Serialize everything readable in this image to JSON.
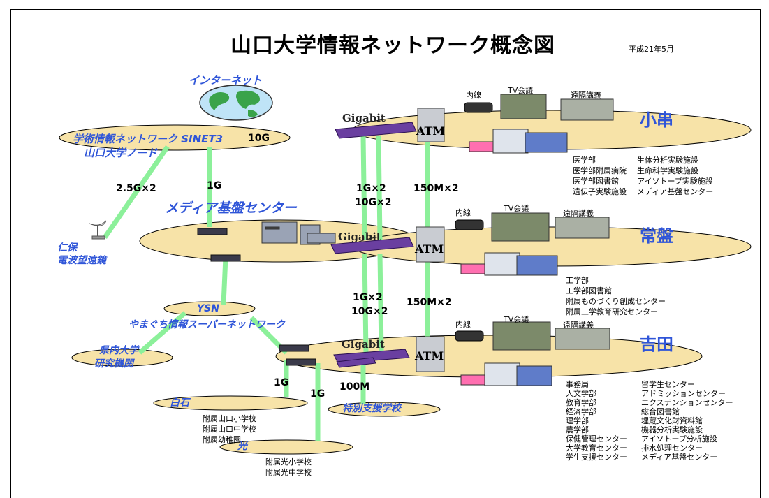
{
  "title": "山口大学情報ネットワーク概念図",
  "date": "平成21年5月",
  "internet": "インターネット",
  "sinet": {
    "line1": "学術情報ネットワーク SINET3",
    "speed": "10G",
    "line2": "山口大学ノード"
  },
  "media_center": "メディア基盤センター",
  "niho": {
    "line1": "仁保",
    "line2": "電波望遠鏡"
  },
  "ysn": {
    "label": "YSN",
    "full": "やまぐち情報スーパーネットワーク"
  },
  "kennai": {
    "line1": "県内大学",
    "line2": "研究機関"
  },
  "links": {
    "sinet_niho": "2.5G×2",
    "sinet_media": "1G",
    "kogushi_a": "1G×2",
    "kogushi_b": "10G×2",
    "kogushi_atm": "150M×2",
    "yoshida_a": "1G×2",
    "yoshida_b": "10G×2",
    "yoshida_atm": "150M×2",
    "shiraishi": "1G",
    "hikari": "1G",
    "tokubetsu": "100M"
  },
  "equipment": {
    "gigabit": "Gigabit",
    "atm": "ATM",
    "naisen": "内線",
    "tv": "TV会議",
    "enkaku": "遠隔講義"
  },
  "campuses": {
    "kogushi": {
      "name": "小串",
      "col1": [
        "医学部",
        "医学部附属病院",
        "医学部図書館",
        "遺伝子実験施設"
      ],
      "col2": [
        "生体分析実験施設",
        "生命科学実験施設",
        "アイソトープ実験施設",
        "メディア基盤センター"
      ]
    },
    "tokiwa": {
      "name": "常盤",
      "col1": [
        "工学部",
        "工学部図書館",
        "附属ものづくり創成センター",
        "附属工学教育研究センター"
      ]
    },
    "yoshida": {
      "name": "吉田",
      "col1": [
        "事務局",
        "人文学部",
        "教育学部",
        "経済学部",
        "理学部",
        "農学部",
        "保健管理センター",
        "大学教育センター",
        "学生支援センター"
      ],
      "col2": [
        "留学生センター",
        "アドミッションセンター",
        "エクステンションセンター",
        "総合図書館",
        "埋蔵文化財資料館",
        "機器分析実験施設",
        "アイソトープ分析施設",
        "排水処理センター",
        "メディア基盤センター"
      ]
    }
  },
  "shiraishi": {
    "name": "白石",
    "schools": [
      "附属山口小学校",
      "附属山口中学校",
      "附属幼稚園"
    ]
  },
  "hikari": {
    "name": "光",
    "schools": [
      "附属光小学校",
      "附属光中学校"
    ]
  },
  "tokubetsu": "特別支援学校",
  "colors": {
    "ellipse": "#f7e3a8",
    "link": "#8cf09a",
    "blue_text": "#2f55d8",
    "router": "#6a3fa0"
  }
}
